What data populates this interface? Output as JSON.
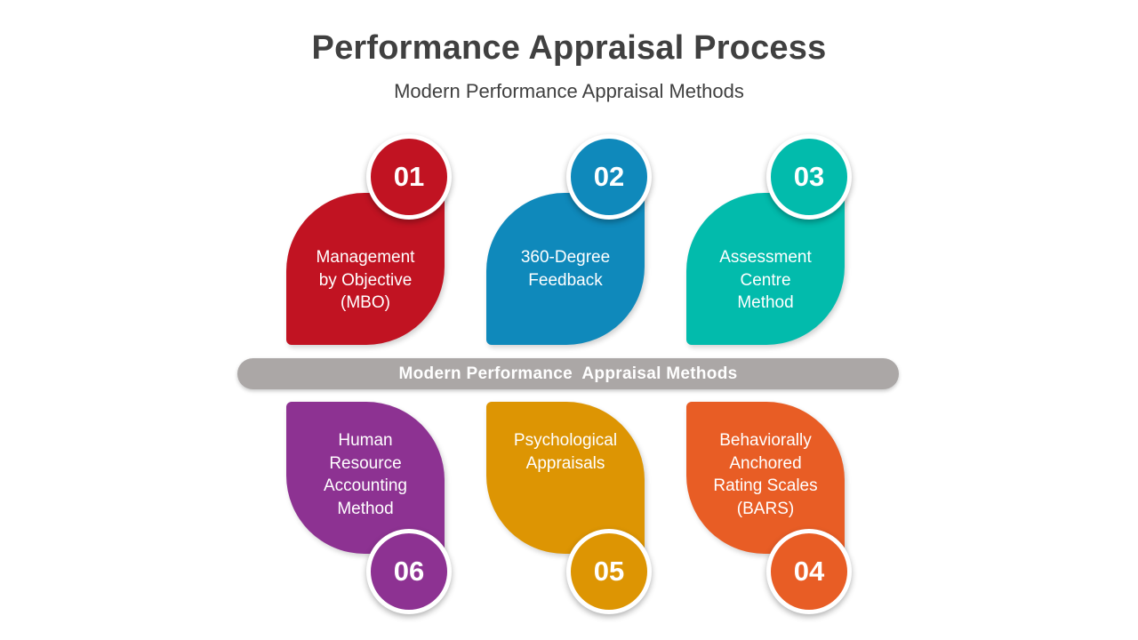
{
  "title": "Performance Appraisal Process",
  "subtitle": "Modern Performance Appraisal Methods",
  "colors": {
    "heading_text": "#404040",
    "card_text": "#ffffff",
    "banner_bg": "#ABA7A6",
    "background": "#ffffff"
  },
  "banner": {
    "label": "Modern Performance  Appraisal Methods"
  },
  "cards": [
    {
      "number": "01",
      "label": "Management\nby Objective\n(MBO)",
      "color": "#C11322",
      "row": "top",
      "column": 1
    },
    {
      "number": "02",
      "label": "360-Degree\nFeedback",
      "color": "#0F89BB",
      "row": "top",
      "column": 2
    },
    {
      "number": "03",
      "label": "Assessment\nCentre\nMethod",
      "color": "#02BBAC",
      "row": "top",
      "column": 3
    },
    {
      "number": "06",
      "label": "Human\nResource\nAccounting\nMethod",
      "color": "#8D3292",
      "row": "bottom",
      "column": 1
    },
    {
      "number": "05",
      "label": "Psychological\nAppraisals",
      "color": "#DD9503",
      "row": "bottom",
      "column": 2
    },
    {
      "number": "04",
      "label": "Behaviorally\nAnchored\nRating Scales\n(BARS)",
      "color": "#E85D25",
      "row": "bottom",
      "column": 3
    }
  ]
}
